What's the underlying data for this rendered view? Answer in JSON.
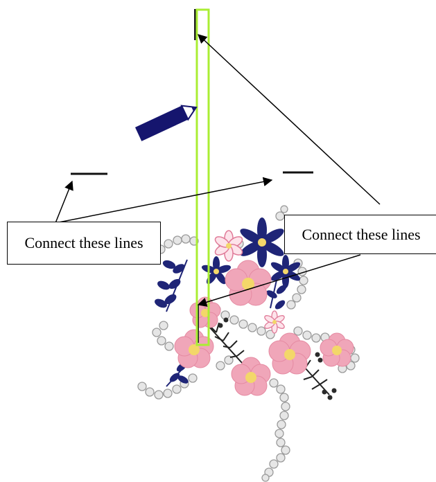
{
  "callouts": {
    "left": "Connect these lines",
    "right": "Connect these lines"
  },
  "colors": {
    "frame_green": "#aaee33",
    "stitch_line": "#222222",
    "pencil_blue": "#15156e",
    "petal_pink": "#f0a6b9",
    "flower_center": "#f3d76a",
    "navy_flower": "#1f2577",
    "bead_gray": "#b9b9b9",
    "leaf_dark": "#222222"
  },
  "icons": {
    "pencil": "pencil-icon",
    "embroidery": "floral-embroidery"
  }
}
